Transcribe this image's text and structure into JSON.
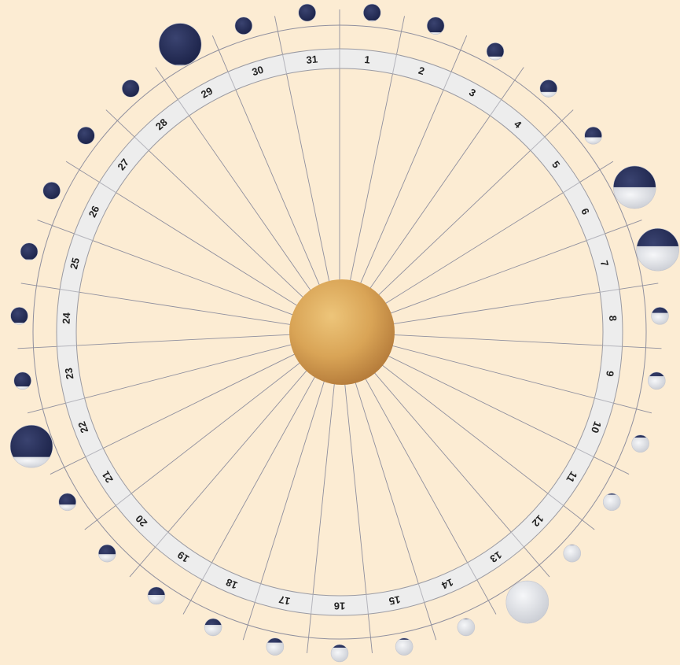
{
  "title": "",
  "days": [
    "1",
    "2",
    "3",
    "4",
    "5",
    "6",
    "7",
    "8",
    "9",
    "10",
    "11",
    "12",
    "13",
    "14",
    "15",
    "16",
    "17",
    "18",
    "19",
    "20",
    "21",
    "22",
    "23",
    "24",
    "25",
    "26",
    "27",
    "28",
    "29",
    "30",
    "31"
  ],
  "moon_phases": [
    {
      "day": 1,
      "illumination": 0.05,
      "waxing": true
    },
    {
      "day": 2,
      "illumination": 0.12,
      "waxing": true
    },
    {
      "day": 3,
      "illumination": 0.2,
      "waxing": true
    },
    {
      "day": 4,
      "illumination": 0.3,
      "waxing": true
    },
    {
      "day": 5,
      "illumination": 0.4,
      "waxing": true
    },
    {
      "day": 6,
      "illumination": 0.5,
      "waxing": true
    },
    {
      "day": 7,
      "illumination": 0.58,
      "waxing": true
    },
    {
      "day": 8,
      "illumination": 0.67,
      "waxing": true
    },
    {
      "day": 9,
      "illumination": 0.76,
      "waxing": true
    },
    {
      "day": 10,
      "illumination": 0.85,
      "waxing": true
    },
    {
      "day": 11,
      "illumination": 0.92,
      "waxing": true
    },
    {
      "day": 12,
      "illumination": 0.97,
      "waxing": true
    },
    {
      "day": 13,
      "illumination": 1.0,
      "waxing": true
    },
    {
      "day": 14,
      "illumination": 0.96,
      "waxing": false
    },
    {
      "day": 15,
      "illumination": 0.9,
      "waxing": false
    },
    {
      "day": 16,
      "illumination": 0.82,
      "waxing": false
    },
    {
      "day": 17,
      "illumination": 0.73,
      "waxing": false
    },
    {
      "day": 18,
      "illumination": 0.63,
      "waxing": false
    },
    {
      "day": 19,
      "illumination": 0.54,
      "waxing": false
    },
    {
      "day": 20,
      "illumination": 0.45,
      "waxing": false
    },
    {
      "day": 21,
      "illumination": 0.35,
      "waxing": false
    },
    {
      "day": 22,
      "illumination": 0.25,
      "waxing": false
    },
    {
      "day": 23,
      "illumination": 0.17,
      "waxing": false
    },
    {
      "day": 24,
      "illumination": 0.1,
      "waxing": false
    },
    {
      "day": 25,
      "illumination": 0.05,
      "waxing": false
    },
    {
      "day": 26,
      "illumination": 0.0,
      "waxing": false
    },
    {
      "day": 27,
      "illumination": 0.0,
      "waxing": false
    },
    {
      "day": 28,
      "illumination": 0.0,
      "waxing": false
    },
    {
      "day": 29,
      "illumination": 0.02,
      "waxing": true
    },
    {
      "day": 30,
      "illumination": 0.0,
      "waxing": false
    },
    {
      "day": 31,
      "illumination": 0.0,
      "waxing": false
    }
  ],
  "colors": {
    "background": "#fcecd3",
    "ring_fill": "#ededed",
    "ring_stroke": "#9a9aa2",
    "spoke": "#8f8f9e",
    "moon_dark": "#27305a",
    "moon_light": "#e4e6ea",
    "sun_light": "#e6b35f",
    "sun_dark": "#b9803a",
    "label": "#222222"
  }
}
